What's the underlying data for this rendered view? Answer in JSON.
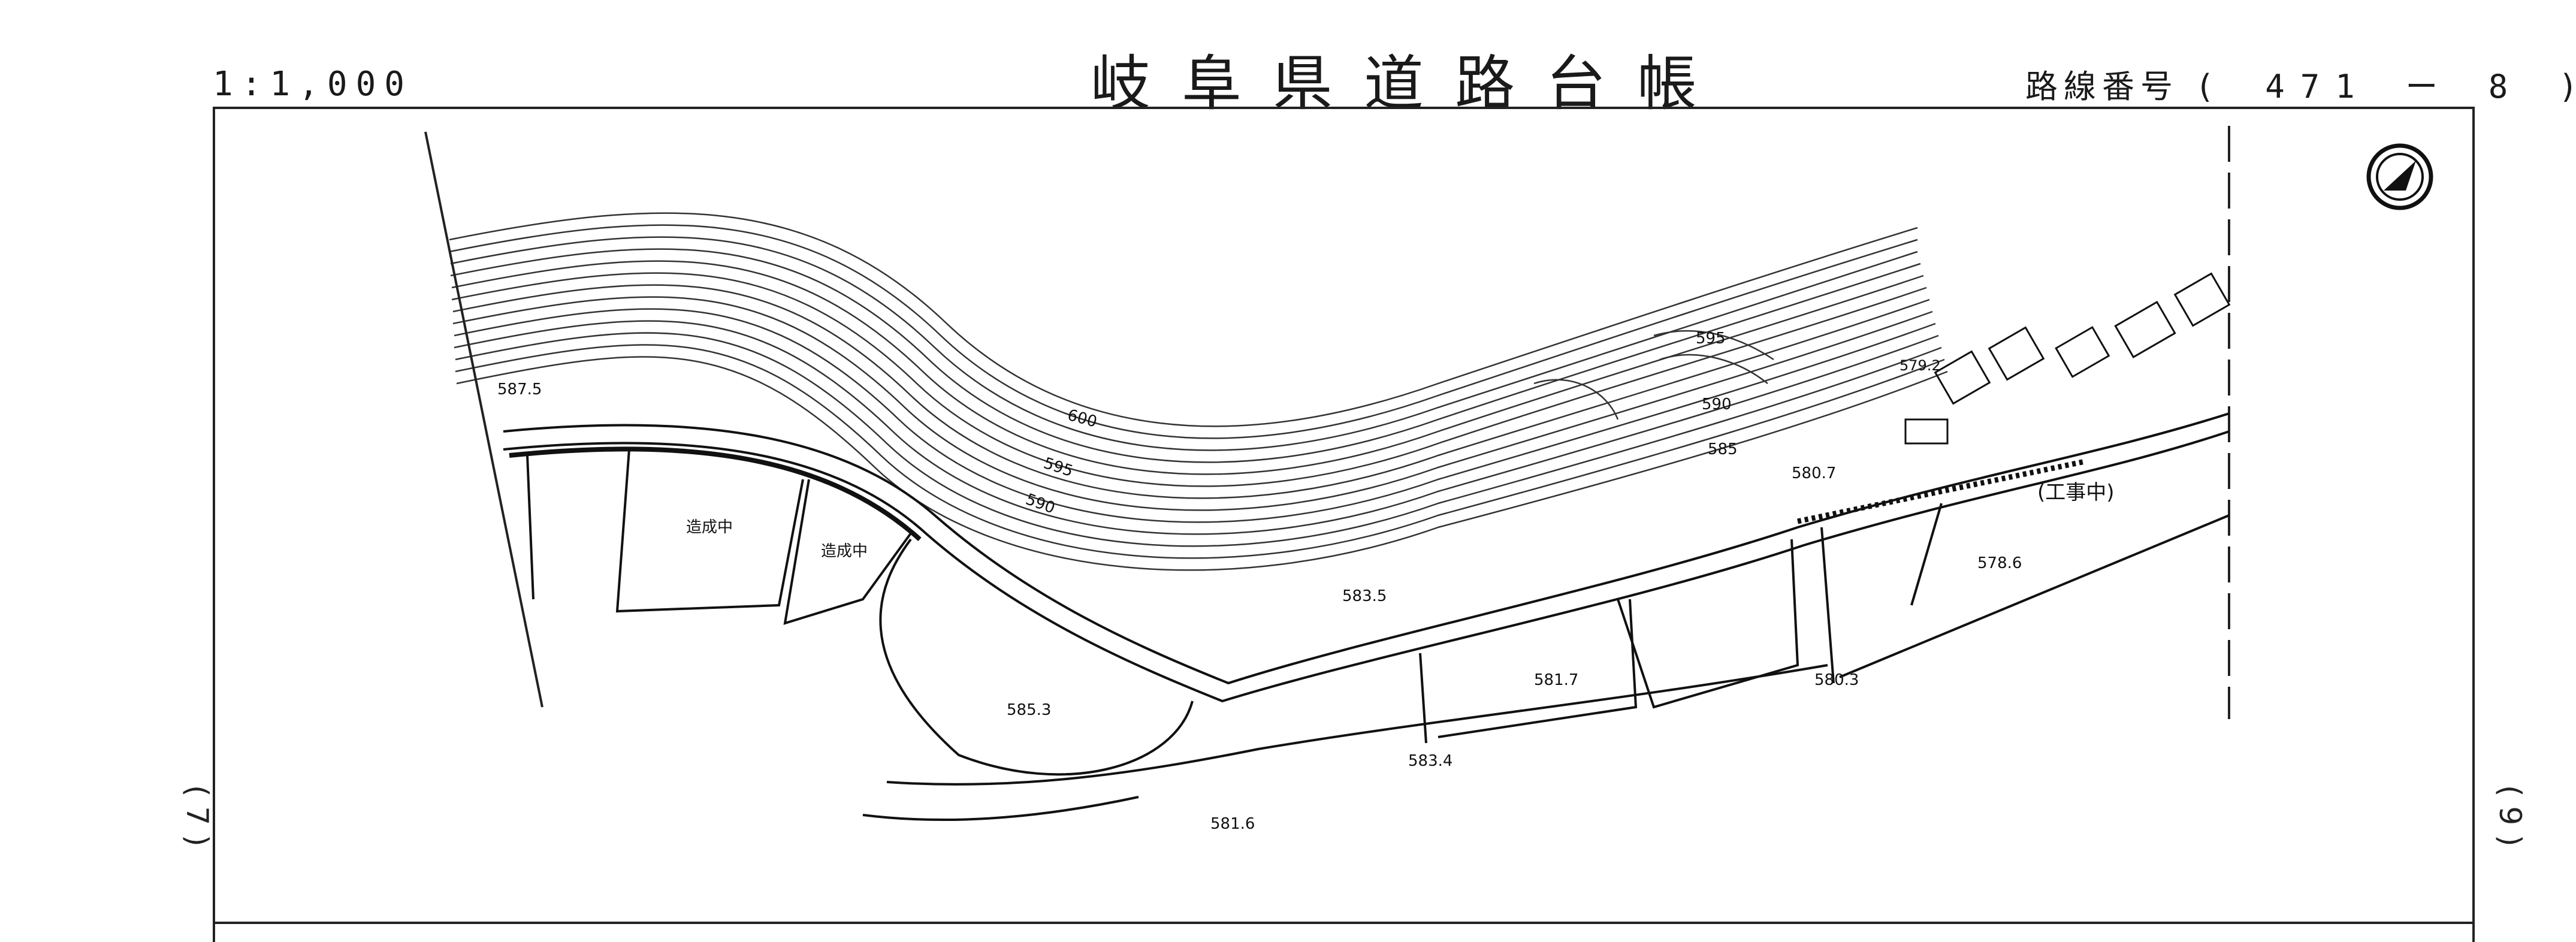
{
  "header": {
    "scale": "1:1,000",
    "title": "岐阜県道路台帳",
    "route_prefix": "路線番号",
    "route_number": "( 471 ー 8 )"
  },
  "side_marks": {
    "left": "( 7 )",
    "right": "( 9 )"
  },
  "map_labels": {
    "elev_5875": "587.5",
    "elev_5853": "585.3",
    "elev_5816": "581.6",
    "elev_5835": "583.5",
    "elev_5834": "583.4",
    "elev_5817": "581.7",
    "elev_5803": "580.3",
    "elev_5807": "580.7",
    "elev_5786": "578.6",
    "elev_5792": "579.2",
    "contour_600": "600",
    "contour_595a": "595",
    "contour_590a": "590",
    "contour_595b": "595",
    "contour_590b": "590",
    "contour_585": "585",
    "construction_1": "造成中",
    "construction_2": "造成中",
    "under_construction": "(工事中)",
    "north_symbol": "north-arrow-icon"
  }
}
